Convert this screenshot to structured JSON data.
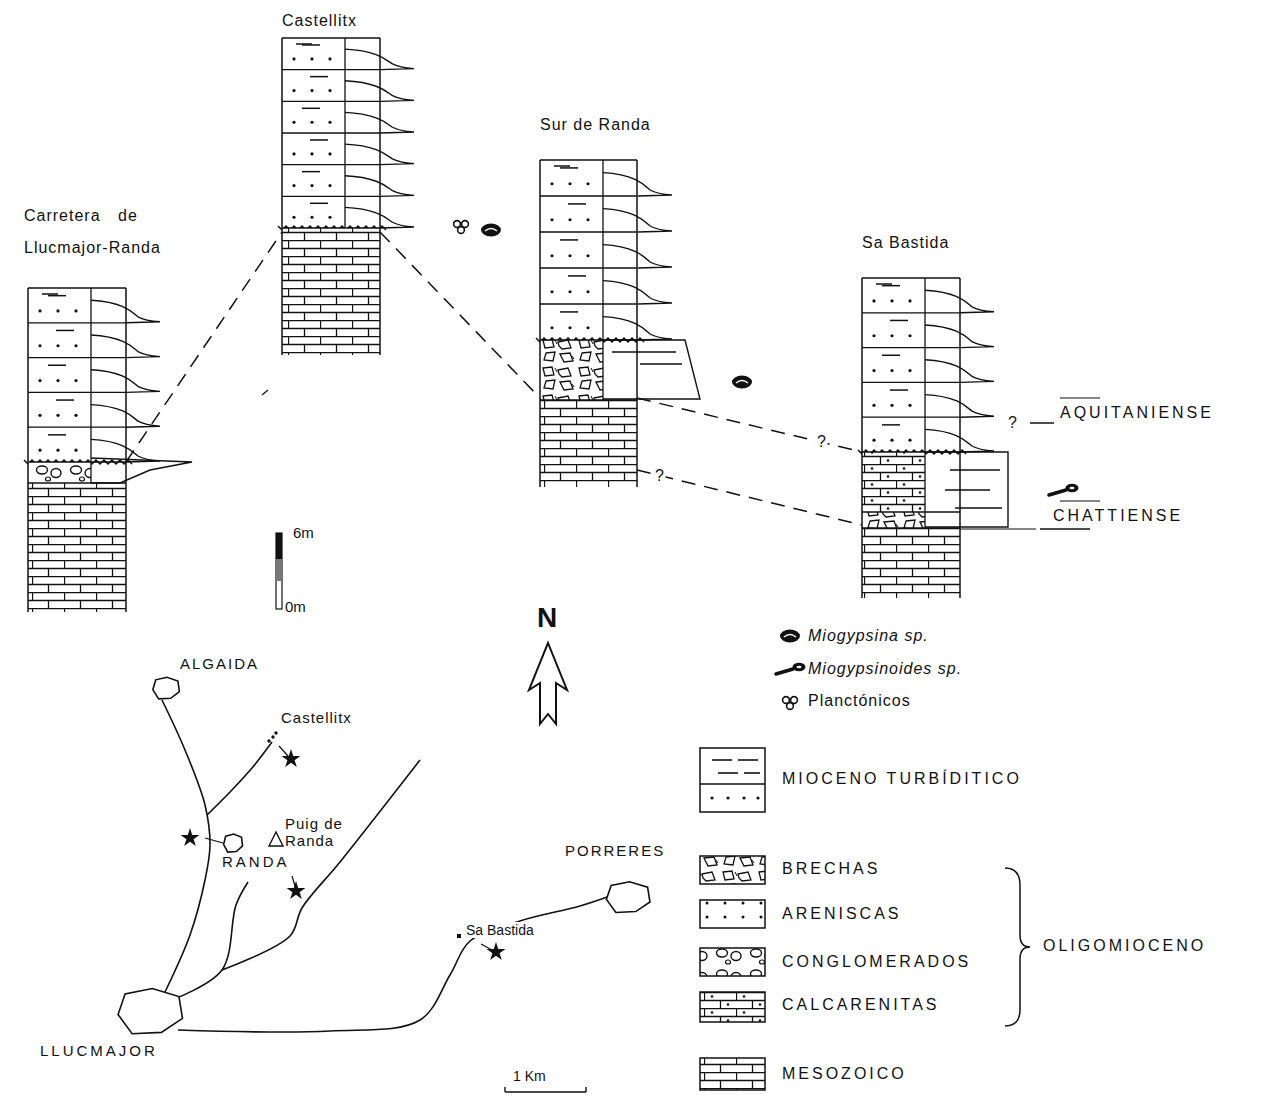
{
  "diagram": {
    "nodes": [
      {
        "text": [
          "Carretera de Llucmajor-Randa"
        ]
      },
      {
        "text": [
          "Castellitx"
        ]
      },
      {
        "text": [
          "Sur de Randa"
        ]
      },
      {
        "text": [
          "Sa Bastida"
        ]
      }
    ],
    "edges": [
      {
        "from": 0,
        "to": 1,
        "arrow": "none"
      },
      {
        "from": 1,
        "to": 2,
        "arrow": "none"
      },
      {
        "from": 2,
        "to": 3,
        "label": "?",
        "arrow": "none"
      },
      {
        "from": 2,
        "to": 3,
        "label": "?",
        "arrow": "none"
      }
    ],
    "labels": [
      "6m",
      "0m",
      "AQUITANIENSE",
      "CHATTIENSE",
      "?",
      "N",
      "ALGAIDA",
      "Castellitx",
      "Puig de Randa",
      "RANDA",
      "PORRERES",
      "Sa Bastida",
      "LLUCMAJOR",
      "1 Km",
      "OLIGOMIOCENO"
    ],
    "legend": [
      {
        "text": "Miogypsina sp."
      },
      {
        "text": "Miogypsinoides sp."
      },
      {
        "text": "Planctónicos"
      },
      {
        "text": "MIOCENO TURBÍDITICO"
      },
      {
        "text": "BRECHAS"
      },
      {
        "text": "ARENISCAS"
      },
      {
        "text": "CONGLOMERADOS"
      },
      {
        "text": "CALCARENITAS"
      },
      {
        "text": "MESOZOICO"
      }
    ]
  }
}
